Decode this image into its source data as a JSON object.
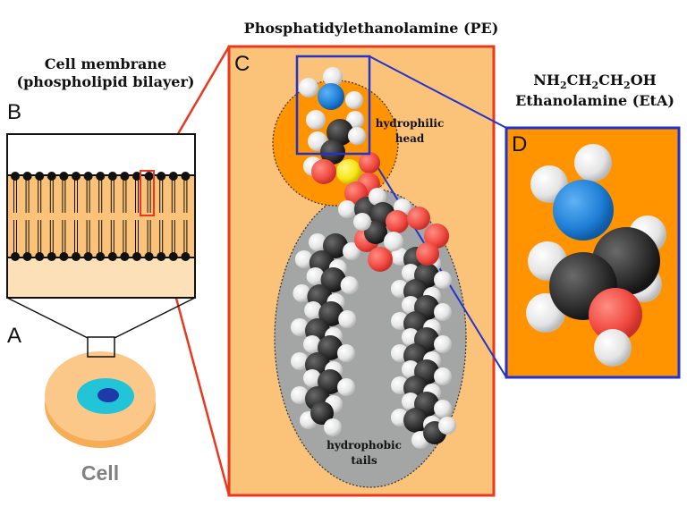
{
  "title": "Phosphatidylethanolamine (PE)",
  "membrane_label": [
    "Cell membrane",
    "(phospholipid bilayer)"
  ],
  "formula": {
    "main": "NH",
    "parts": [
      "NH",
      "2",
      "CH",
      "2",
      "CH",
      "2",
      "OH"
    ]
  },
  "ethanolamine_label": "Ethanolamine (EtA)",
  "panel_letters": {
    "a": "A",
    "b": "B",
    "c": "C",
    "d": "D"
  },
  "region_labels": {
    "head": [
      "hydrophilic",
      "head"
    ],
    "tails": [
      "hydrophobic",
      "tails"
    ]
  },
  "cell_label": "Cell",
  "colors": {
    "orange": "#ff9400",
    "peach": "#fbc37a",
    "red_frame": "#e8391e",
    "blue_frame": "#2233cc",
    "nitrogen": "#1f7fd6",
    "oxygen": "#f04a40",
    "phosphorus": "#f5e614",
    "carbon": "#2f2f2f",
    "hydrogen": "#e8e8e8",
    "tails_gray": "#a4a6a6",
    "cyan": "#22c4d8",
    "nucleus": "#1c3aa8",
    "cell_fill": "#fbc88a",
    "cell_text": "#808080"
  }
}
